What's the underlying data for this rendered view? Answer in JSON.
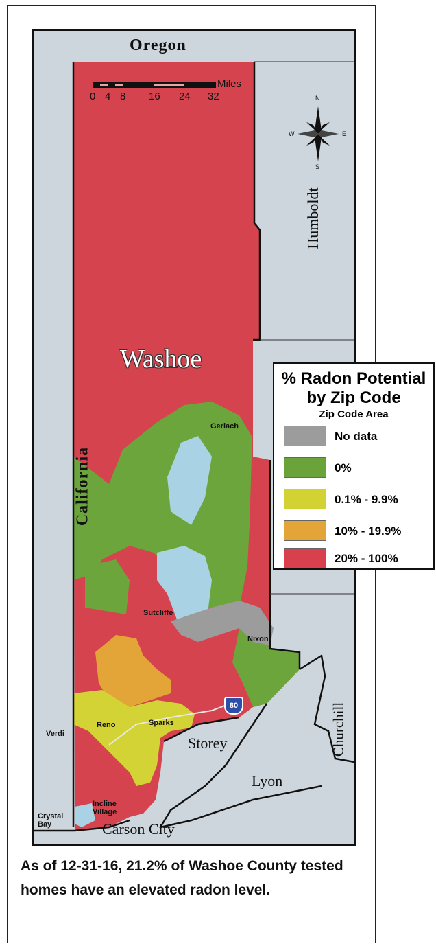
{
  "map": {
    "neighbors": {
      "north": "Oregon",
      "west": "California",
      "east_top": "Humboldt",
      "east_bottom": "Churchill",
      "south_east": "Lyon",
      "south_center": "Storey",
      "south": "Carson City"
    },
    "county": "Washoe",
    "cities": [
      "Gerlach",
      "Sutcliffe",
      "Nixon",
      "Reno",
      "Sparks",
      "Verdi",
      "Incline Village",
      "Crystal Bay"
    ],
    "highway_shield": "80",
    "scale": {
      "ticks": [
        "0",
        "4",
        "8",
        "16",
        "24",
        "32"
      ],
      "unit": "Miles"
    },
    "compass": {
      "n": "N",
      "s": "S",
      "e": "E",
      "w": "W"
    }
  },
  "legend": {
    "title_line1": "% Radon Potential",
    "title_line2": "by Zip Code",
    "subtitle": "Zip Code Area",
    "items": [
      {
        "label": "No data",
        "color": "#9c9c9c"
      },
      {
        "label": "0%",
        "color": "#6aa33a"
      },
      {
        "label": "0.1% - 9.9%",
        "color": "#d3d233"
      },
      {
        "label": "10% - 19.9%",
        "color": "#e3a537"
      },
      {
        "label": "20% - 100%",
        "color": "#d7404c"
      }
    ]
  },
  "caption": "As of 12-31-16, 21.2% of Washoe County tested homes have an elevated radon level."
}
